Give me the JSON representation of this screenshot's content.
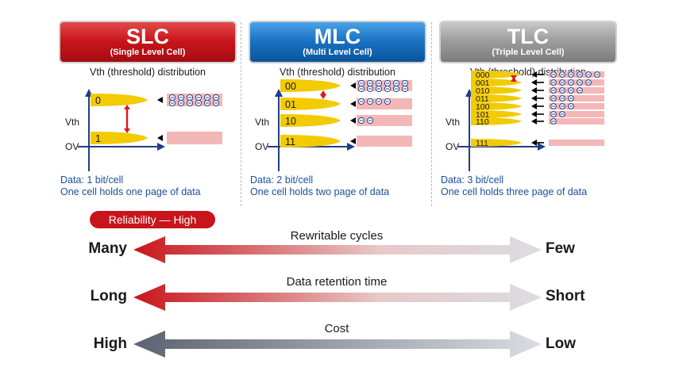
{
  "panels": [
    {
      "title": "SLC",
      "subtitle": "(Single Level Cell)",
      "vth_title": "Vth (threshold) distribution",
      "axis_y": "Vth",
      "axis_x": "OV",
      "levels": [
        "0",
        "1"
      ],
      "data_line": "Data: 1 bit/cell",
      "page_line": "One cell holds one page of data"
    },
    {
      "title": "MLC",
      "subtitle": "(Multi Level Cell)",
      "vth_title": "Vth (threshold) distribution",
      "axis_y": "Vth",
      "axis_x": "OV",
      "levels": [
        "00",
        "01",
        "10",
        "11"
      ],
      "data_line": "Data: 2 bit/cell",
      "page_line": "One cell holds two page of data"
    },
    {
      "title": "TLC",
      "subtitle": "(Triple Level Cell)",
      "vth_title": "Vth (threshold) distribution",
      "axis_y": "Vth",
      "axis_x": "OV",
      "levels": [
        "000",
        "001",
        "010",
        "011",
        "100",
        "101",
        "110",
        "111"
      ],
      "data_line": "Data: 3 bit/cell",
      "page_line": "One cell holds three page of data"
    }
  ],
  "reliability_badge": "Reliability — High",
  "comparisons": [
    {
      "label": "Rewritable cycles",
      "left": "Many",
      "right": "Few",
      "style": "red"
    },
    {
      "label": "Data retention time",
      "left": "Long",
      "right": "Short",
      "style": "red"
    },
    {
      "label": "Cost",
      "left": "High",
      "right": "Low",
      "style": "gray"
    }
  ],
  "colors": {
    "slc_red": "#c8151b",
    "mlc_blue": "#1a72c2",
    "tlc_gray": "#9c9c9c",
    "footnote_blue": "#1b4f9c",
    "distribution_yellow": "#f2cb05",
    "cell_pink": "#f4b7b7",
    "axis_navy": "#1f3d8a"
  }
}
